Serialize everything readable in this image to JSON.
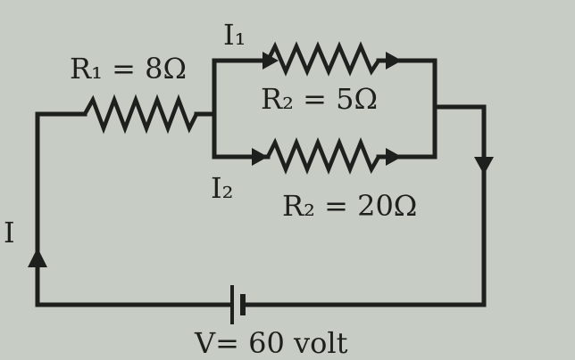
{
  "labels": {
    "r1": "R₁ = 8Ω",
    "r2": "R₂ = 5Ω",
    "r3": "R₂ = 20Ω",
    "i1": "I₁",
    "i2": "I₂",
    "i": "I",
    "voltage": "V= 60 volt"
  },
  "colors": {
    "background": "#c7ccc4",
    "ink": "#1e201d"
  }
}
